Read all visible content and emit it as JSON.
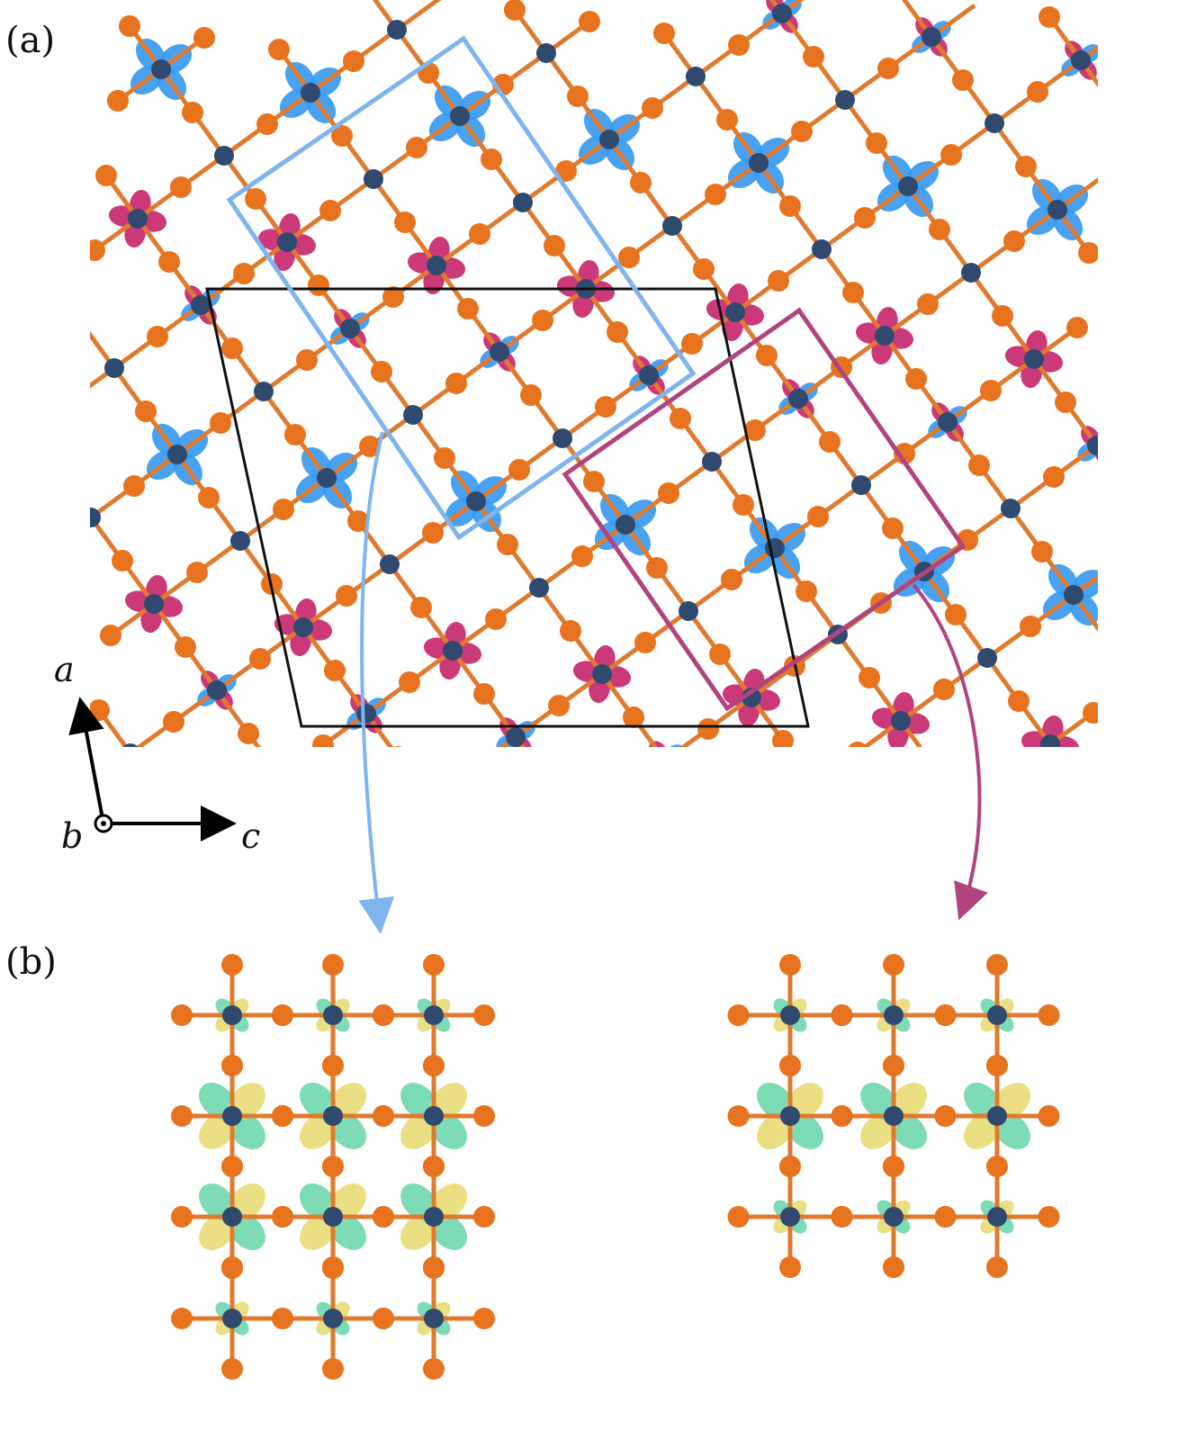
{
  "panels": {
    "a": {
      "label": "(a)"
    },
    "b": {
      "label": "(b)"
    }
  },
  "axes": {
    "a": "a",
    "b": "b",
    "c": "c"
  },
  "colors": {
    "metal_atom": "#2f4a6e",
    "ligand_atom": "#e8731e",
    "bond": "#e07a2e",
    "lobe_blue": "#3a9af0",
    "lobe_magenta": "#c8286e",
    "lobe_yellow": "#e9dc7a",
    "lobe_green": "#72d8b0",
    "box_blue": "#7fb4ee",
    "box_magenta": "#b0457e",
    "cell": "#111111"
  }
}
